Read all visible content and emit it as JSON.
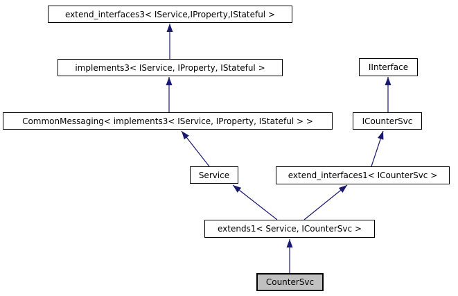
{
  "diagram": {
    "type": "class-inheritance-graph",
    "nodes": [
      {
        "id": "extend_interfaces3",
        "label": "extend_interfaces3< IService,IProperty,IStateful >",
        "highlighted": false
      },
      {
        "id": "implements3",
        "label": "implements3< IService, IProperty, IStateful >",
        "highlighted": false
      },
      {
        "id": "CommonMessaging",
        "label": "CommonMessaging< implements3< IService, IProperty, IStateful > >",
        "highlighted": false
      },
      {
        "id": "IInterface",
        "label": "IInterface",
        "highlighted": false
      },
      {
        "id": "ICounterSvc",
        "label": "ICounterSvc",
        "highlighted": false
      },
      {
        "id": "Service",
        "label": "Service",
        "highlighted": false
      },
      {
        "id": "extend_interfaces1",
        "label": "extend_interfaces1< ICounterSvc >",
        "highlighted": false
      },
      {
        "id": "extends1",
        "label": "extends1< Service, ICounterSvc >",
        "highlighted": false
      },
      {
        "id": "CounterSvc",
        "label": "CounterSvc",
        "highlighted": true
      }
    ],
    "edges": [
      {
        "from": "implements3",
        "to": "extend_interfaces3"
      },
      {
        "from": "CommonMessaging",
        "to": "implements3"
      },
      {
        "from": "Service",
        "to": "CommonMessaging"
      },
      {
        "from": "ICounterSvc",
        "to": "IInterface"
      },
      {
        "from": "extend_interfaces1",
        "to": "ICounterSvc"
      },
      {
        "from": "extends1",
        "to": "Service"
      },
      {
        "from": "extends1",
        "to": "extend_interfaces1"
      },
      {
        "from": "CounterSvc",
        "to": "extends1"
      }
    ],
    "colors": {
      "arrow": "#191970",
      "node_border": "#000000",
      "node_fill": "#ffffff",
      "highlight_fill": "#c0c0c0",
      "text": "#000000",
      "background": "#ffffff"
    }
  }
}
